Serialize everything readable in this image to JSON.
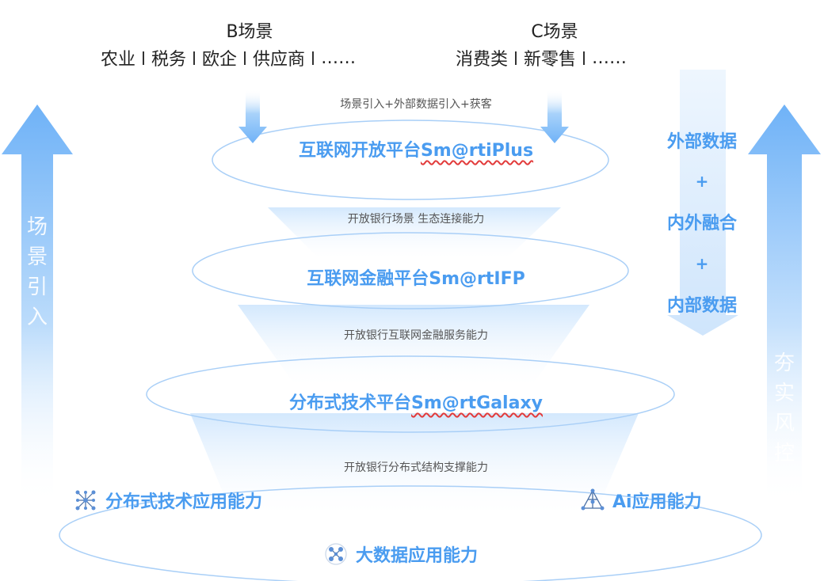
{
  "header": {
    "b_scene": {
      "title": "B场景",
      "items": [
        "农业",
        "税务",
        "欧企",
        "供应商",
        "……"
      ]
    },
    "c_scene": {
      "title": "C场景",
      "items": [
        "消费类",
        "新零售",
        "……"
      ]
    }
  },
  "flow_label": "场景引入+外部数据引入+获客",
  "platforms": [
    {
      "name": "互联网开放平台",
      "brand": "Sm@rtiPlus"
    },
    {
      "name": "互联网金融平台",
      "brand": "Sm@rtIFP"
    },
    {
      "name": "分布式技术平台",
      "brand": "Sm@rtGalaxy"
    }
  ],
  "capabilities": [
    "开放银行场景 生态连接能力",
    "开放银行互联网金融服务能力",
    "开放银行分布式结构支撑能力"
  ],
  "data_fusion": {
    "external": "外部数据",
    "plus": "+",
    "fusion": "内外融合",
    "internal": "内部数据"
  },
  "left_arrow_text": [
    "场",
    "景",
    "引",
    "入"
  ],
  "right_arrow_text": [
    "夯",
    "实",
    "风",
    "控"
  ],
  "bottom": {
    "distributed": "分布式技术应用能力",
    "ai": "Ai应用能力",
    "bigdata": "大数据应用能力"
  },
  "icons": {
    "distributed": "network-nodes-icon",
    "ai": "ai-triangle-icon",
    "bigdata": "data-cluster-icon"
  },
  "colors": {
    "accent": "#4a9cf0",
    "arrow": "#8cc4fb",
    "ellipse_stroke": "#a9cff7",
    "brand_underline": "#e23b3b"
  }
}
